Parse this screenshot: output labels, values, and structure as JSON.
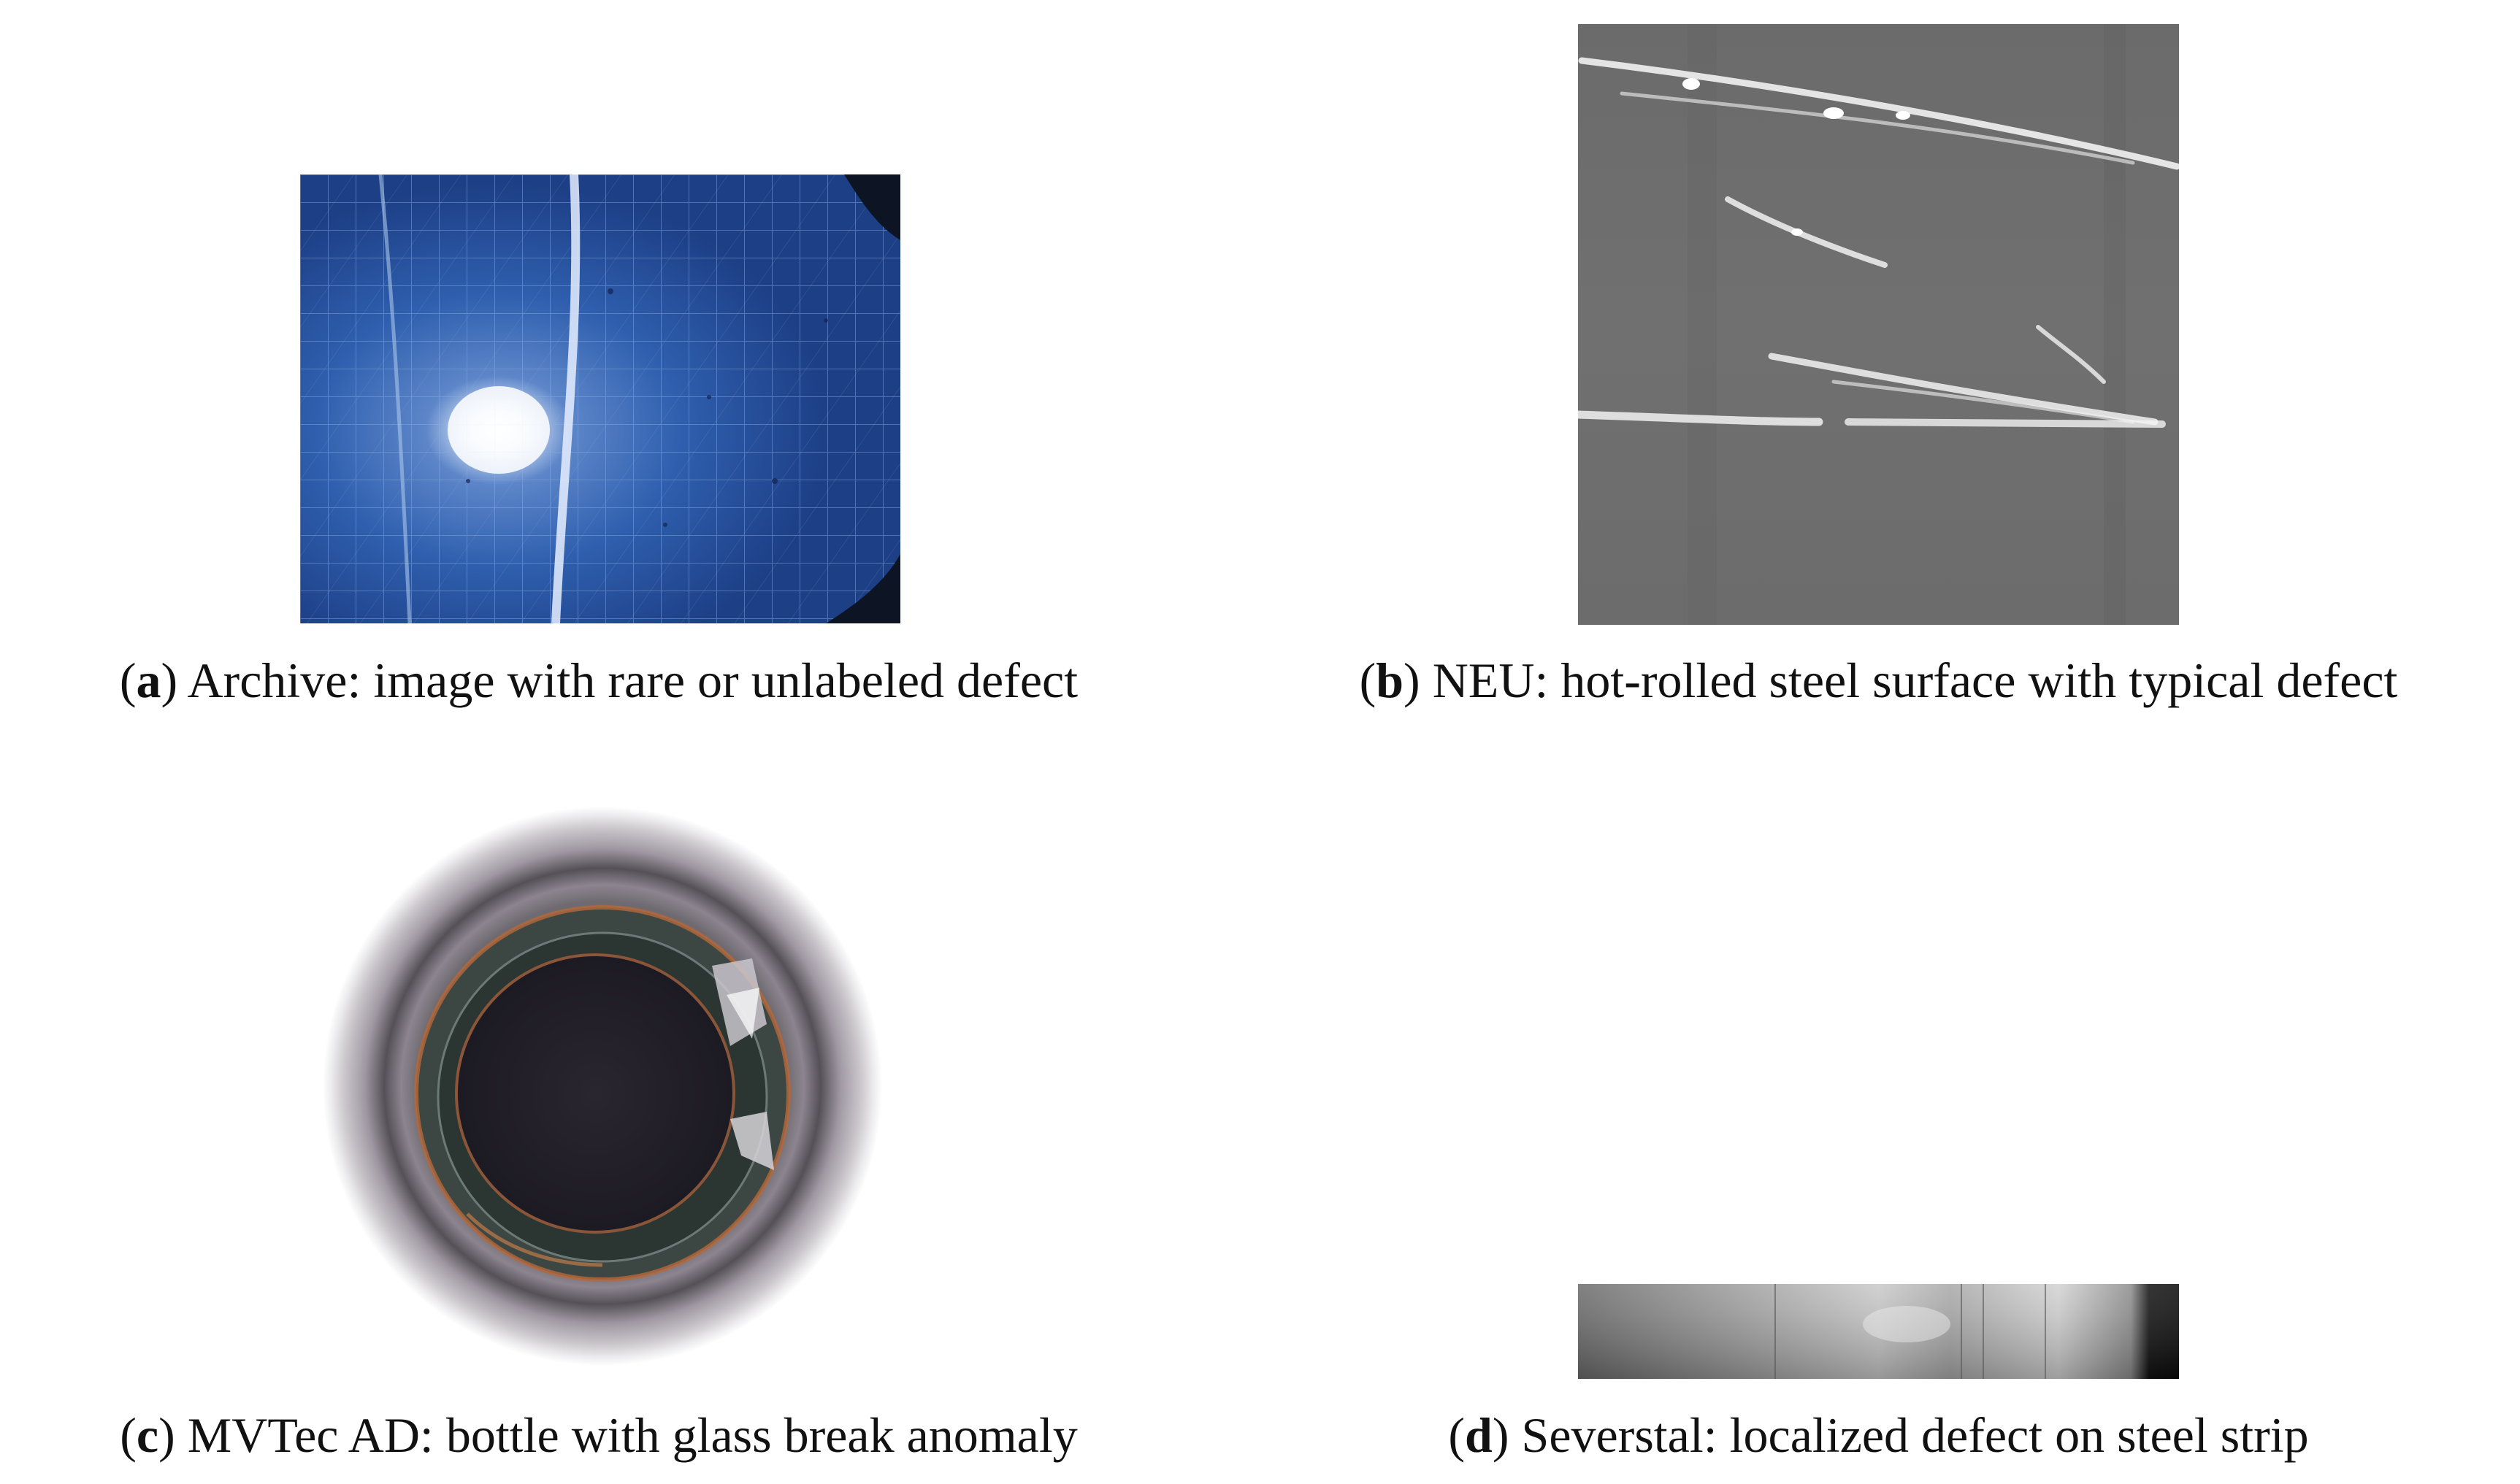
{
  "figure": {
    "panels": [
      {
        "id": "a",
        "label": "a",
        "caption": " Archive: image with rare or unlabeled defect",
        "image": "solar-cell-electroluminescence-image"
      },
      {
        "id": "b",
        "label": "b",
        "caption": " NEU: hot-rolled steel surface with typical defect",
        "image": "grayscale-steel-scratches-image"
      },
      {
        "id": "c",
        "label": "c",
        "caption": " MVTec AD: bottle with glass break anomaly",
        "image": "bottle-top-view-broken-glass-image"
      },
      {
        "id": "d",
        "label": "d",
        "caption": " Severstal: localized defect on steel strip",
        "image": "steel-strip-grayscale-image"
      }
    ]
  }
}
